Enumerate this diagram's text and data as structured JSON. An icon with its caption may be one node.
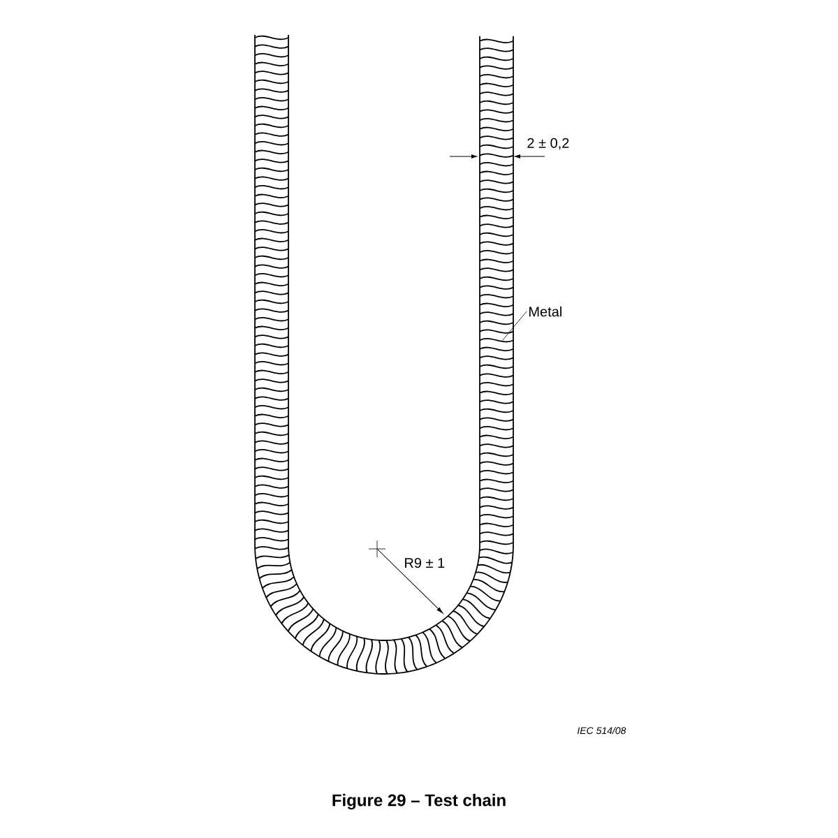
{
  "diagram": {
    "caption": "Figure 29 – Test chain",
    "nodes": [
      {
        "text": [
          "Metal"
        ]
      },
      {
        "text": [],
        "shape": "picture"
      }
    ],
    "edges": [
      {
        "from": 0,
        "to": 1,
        "arrow": "none"
      }
    ],
    "labels": [
      "2 ± 0,2",
      "R9 ± 1",
      "IEC 514/08"
    ]
  }
}
